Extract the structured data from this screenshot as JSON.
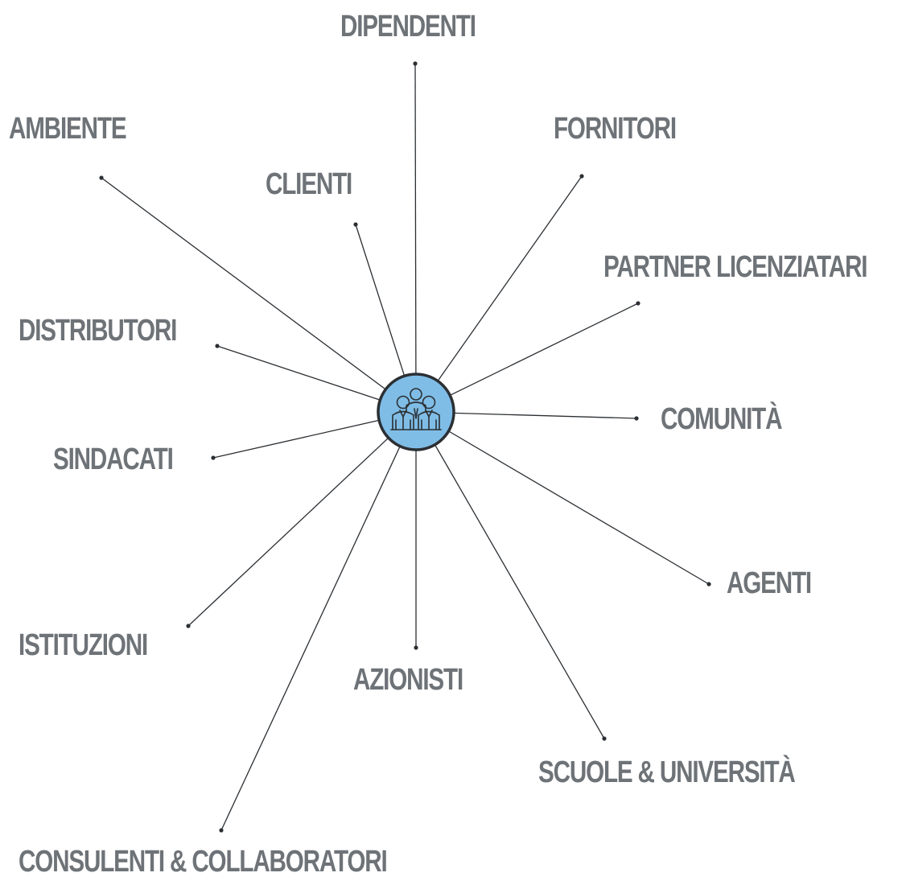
{
  "hub": {
    "icon": "business-team-icon",
    "fill_color": "#7fbde6",
    "stroke_color": "#2b2f33"
  },
  "line_color": "#2b2f33",
  "label_color": "#6e7378",
  "stakeholders": [
    {
      "id": "dipendenti",
      "label": "DIPENDENTI"
    },
    {
      "id": "fornitori",
      "label": "FORNITORI"
    },
    {
      "id": "partner-licenziatari",
      "label": "PARTNER LICENZIATARI"
    },
    {
      "id": "comunita",
      "label": "COMUNITÀ"
    },
    {
      "id": "agenti",
      "label": "AGENTI"
    },
    {
      "id": "scuole-universita",
      "label": "SCUOLE & UNIVERSITÀ"
    },
    {
      "id": "azionisti",
      "label": "AZIONISTI"
    },
    {
      "id": "consulenti-collaboratori",
      "label": "CONSULENTI & COLLABORATORI"
    },
    {
      "id": "istituzioni",
      "label": "ISTITUZIONI"
    },
    {
      "id": "sindacati",
      "label": "SINDACATI"
    },
    {
      "id": "distributori",
      "label": "DISTRIBUTORI"
    },
    {
      "id": "ambiente",
      "label": "AMBIENTE"
    },
    {
      "id": "clienti",
      "label": "CLIENTI"
    }
  ]
}
